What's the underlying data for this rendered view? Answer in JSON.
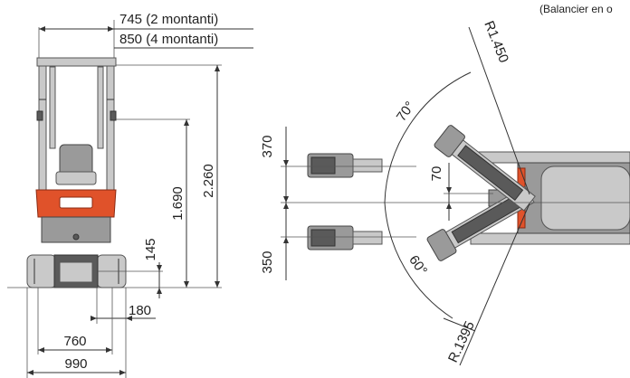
{
  "header": {
    "note": "(Balancier en o"
  },
  "front_view": {
    "width_2_posts": "745 (2 montanti)",
    "width_4_posts": "850 (4 montanti)",
    "height_total": "2.260",
    "height_body": "1.690",
    "ground_clearance": "145",
    "track_width": "180",
    "track_gauge": "760",
    "overall_width": "990"
  },
  "top_view": {
    "offset_left": "370",
    "offset_right": "350",
    "boom_offset": "70",
    "swing_angle_left": "70°",
    "swing_angle_right": "60°",
    "radius_upper": "R1.450",
    "radius_lower": "R.1395"
  }
}
